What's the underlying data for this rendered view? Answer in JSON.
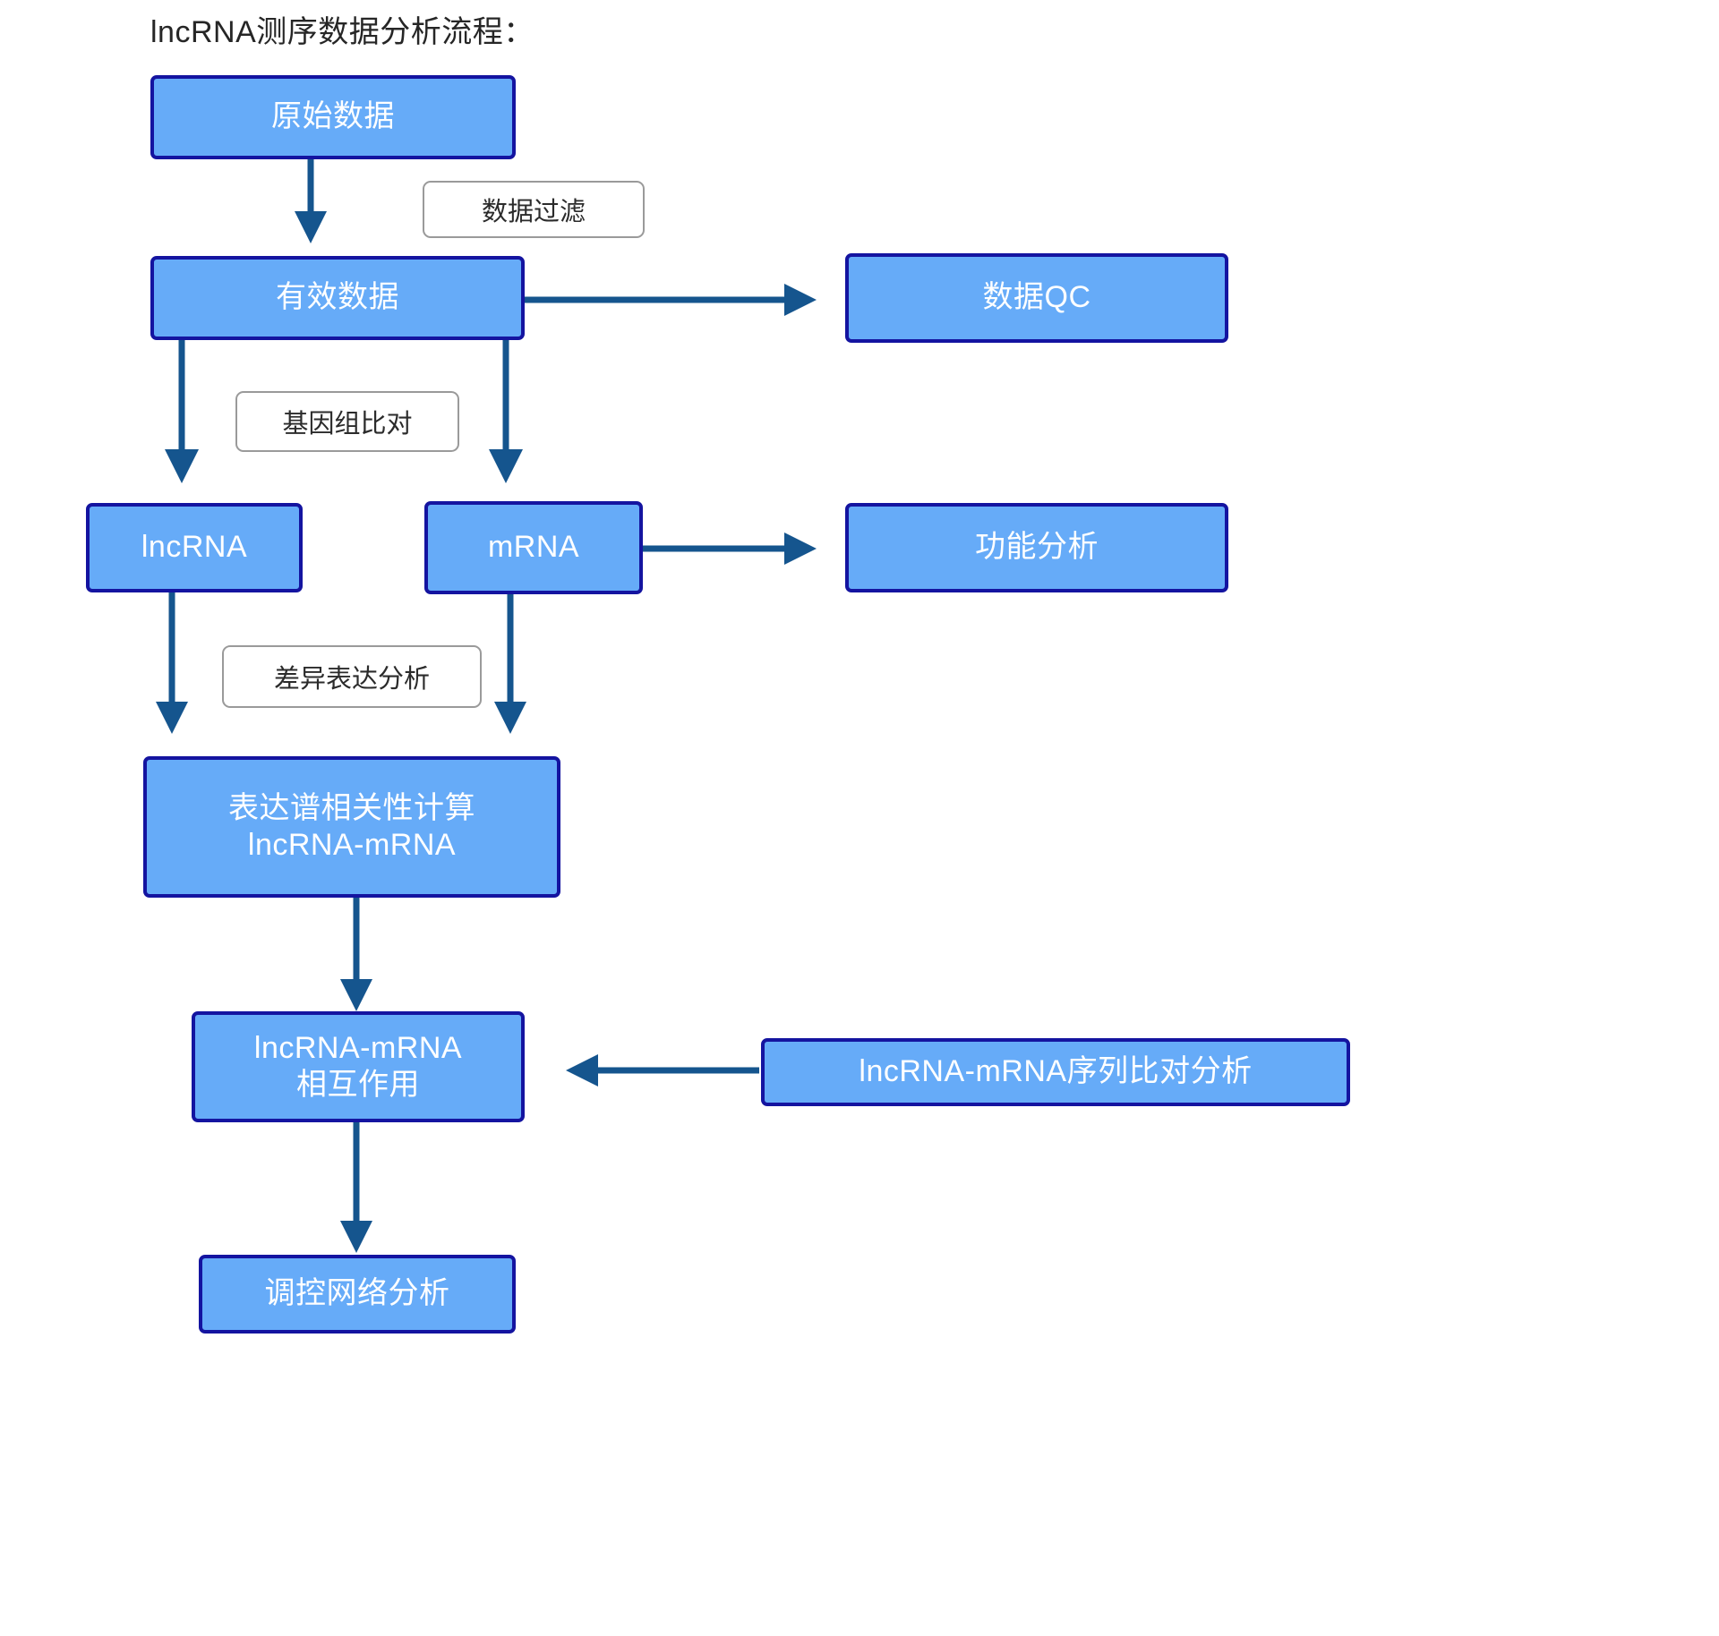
{
  "diagram": {
    "title": "lncRNA测序数据分析流程：",
    "type": "flowchart",
    "colors": {
      "node_fill": "#66ABF8",
      "node_border": "#1414A0",
      "node_text": "#FFFFFF",
      "edge_line": "#15558E",
      "label_border": "#9A9A9A",
      "label_fill": "#FFFFFF",
      "background": "#FFFFFF"
    },
    "nodes": [
      {
        "id": "raw-data",
        "label": "原始数据"
      },
      {
        "id": "valid-data",
        "label": "有效数据"
      },
      {
        "id": "data-qc",
        "label": "数据QC"
      },
      {
        "id": "lncrna",
        "label": "lncRNA"
      },
      {
        "id": "mrna",
        "label": "mRNA"
      },
      {
        "id": "function-analysis",
        "label": "功能分析"
      },
      {
        "id": "correlation",
        "label": "表达谱相关性计算\nlncRNA-mRNA"
      },
      {
        "id": "interaction",
        "label": "lncRNA-mRNA\n相互作用"
      },
      {
        "id": "seq-alignment",
        "label": "lncRNA-mRNA序列比对分析"
      },
      {
        "id": "network",
        "label": "调控网络分析"
      }
    ],
    "edge_labels": [
      {
        "id": "filter",
        "label": "数据过滤"
      },
      {
        "id": "genome-map",
        "label": "基因组比对"
      },
      {
        "id": "deg",
        "label": "差异表达分析"
      }
    ],
    "edges": [
      {
        "from": "raw-data",
        "to": "valid-data",
        "label": "数据过滤"
      },
      {
        "from": "valid-data",
        "to": "data-qc",
        "label": ""
      },
      {
        "from": "valid-data",
        "to": "lncrna",
        "label": "基因组比对"
      },
      {
        "from": "valid-data",
        "to": "mrna",
        "label": ""
      },
      {
        "from": "mrna",
        "to": "function-analysis",
        "label": ""
      },
      {
        "from": "lncrna",
        "to": "correlation",
        "label": "差异表达分析"
      },
      {
        "from": "mrna",
        "to": "correlation",
        "label": ""
      },
      {
        "from": "correlation",
        "to": "interaction",
        "label": ""
      },
      {
        "from": "seq-alignment",
        "to": "interaction",
        "label": ""
      },
      {
        "from": "interaction",
        "to": "network",
        "label": ""
      }
    ]
  }
}
